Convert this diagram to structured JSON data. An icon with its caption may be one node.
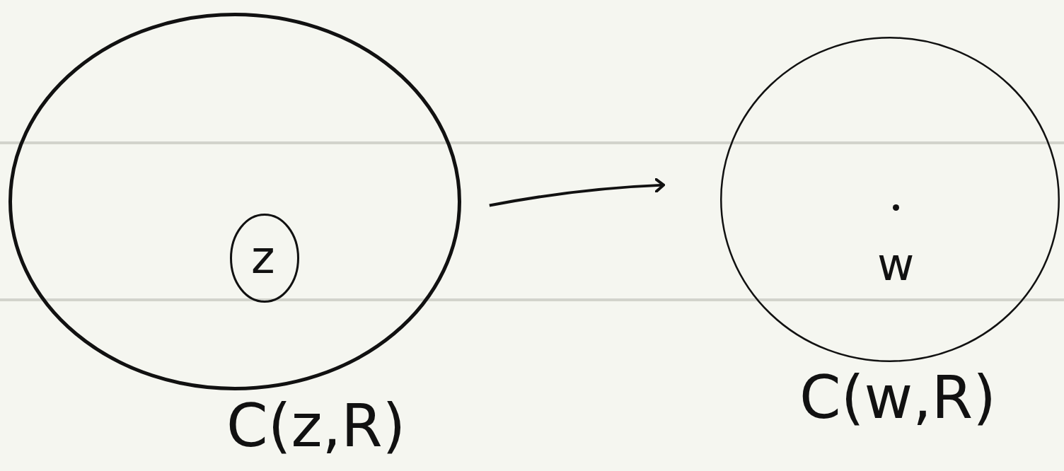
{
  "diagram": {
    "nodes": [
      {
        "text": [],
        "shape": "circle",
        "beside": [
          "C(z,R)"
        ]
      },
      {
        "text": [
          "z"
        ],
        "in": 0
      },
      {
        "text": [
          "w"
        ],
        "beside": [
          "C(w,R)"
        ]
      }
    ],
    "edges": [
      {
        "from": 0,
        "to": 2,
        "arrow": "to"
      }
    ]
  }
}
